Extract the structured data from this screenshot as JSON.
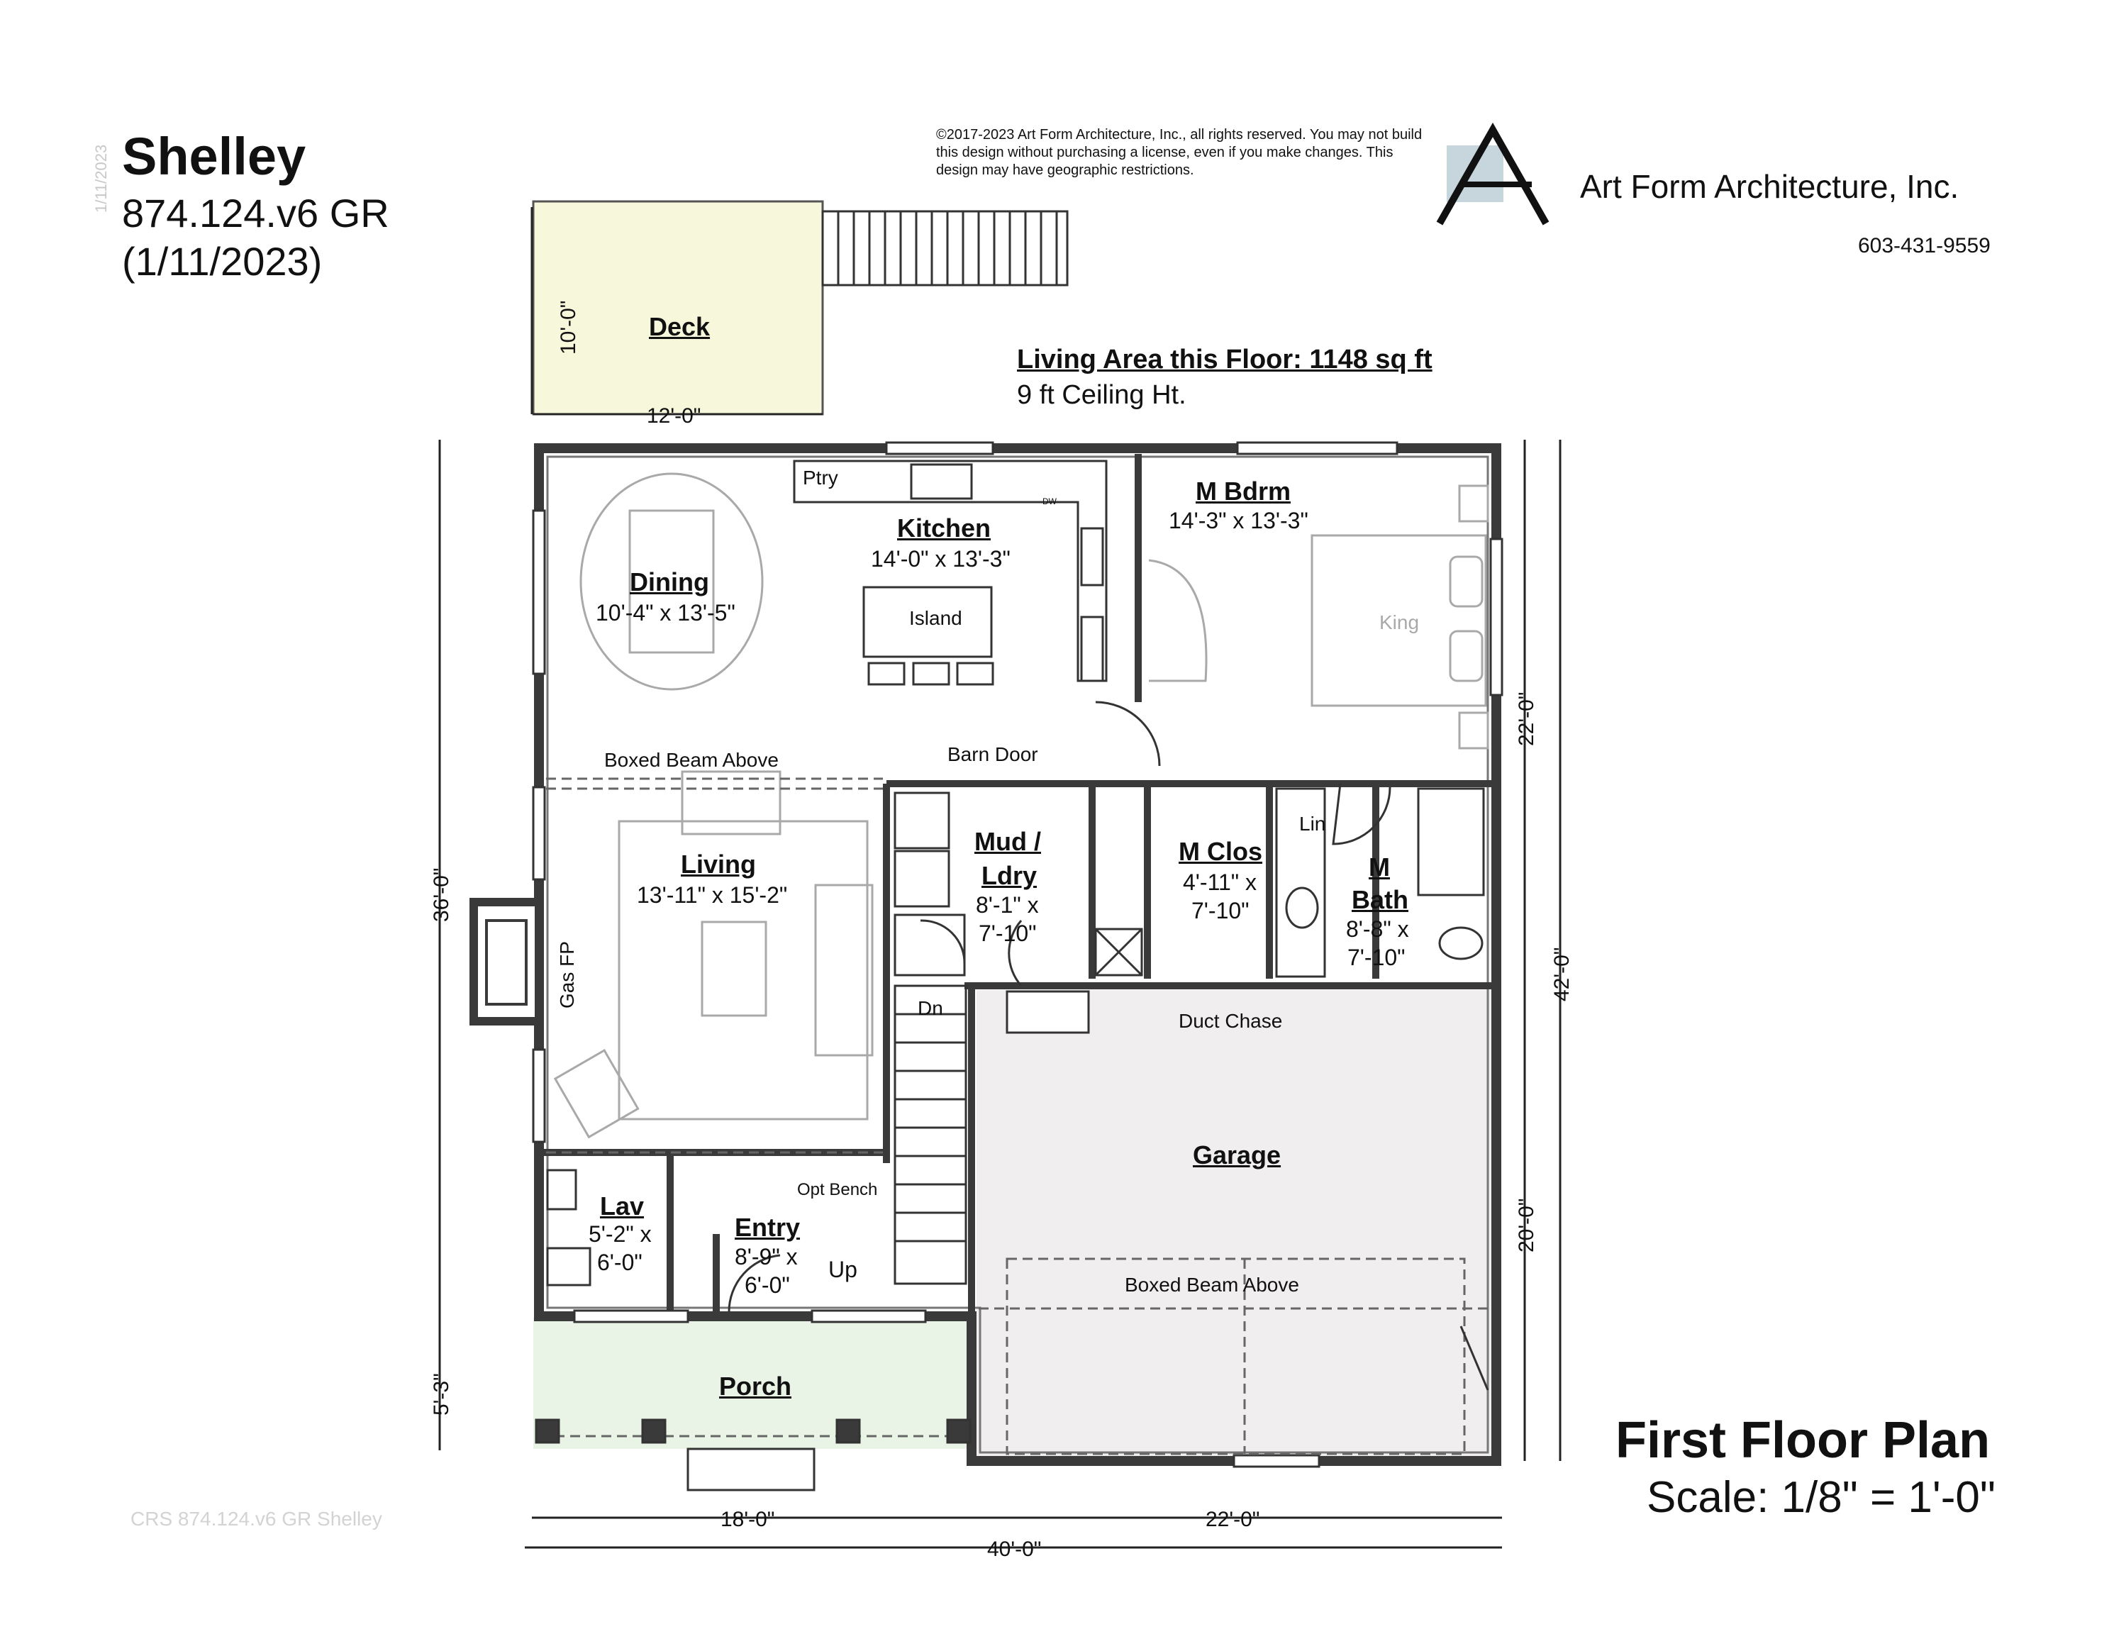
{
  "header": {
    "plan_name": "Shelley",
    "plan_code": "874.124.v6 GR",
    "plan_date": "(1/11/2023)",
    "side_date": "1/11/2023",
    "copyright": "©2017-2023 Art Form Architecture, Inc., all rights reserved. You may not build this design without purchasing a license, even if you make changes. This design may have geographic restrictions.",
    "company": "Art Form Architecture, Inc.",
    "phone": "603-431-9559"
  },
  "summary": {
    "living_area": "Living Area this Floor: 1148 sq ft",
    "ceiling": "9 ft Ceiling Ht."
  },
  "rooms": {
    "deck": {
      "name": "Deck"
    },
    "dining": {
      "name": "Dining",
      "dim": "10'-4\" x 13'-5\""
    },
    "kitchen": {
      "name": "Kitchen",
      "dim": "14'-0\" x 13'-3\""
    },
    "m_bdrm": {
      "name": "M Bdrm",
      "dim": "14'-3\" x 13'-3\""
    },
    "living": {
      "name": "Living",
      "dim": "13'-11\" x 15'-2\""
    },
    "mud": {
      "name1": "Mud /",
      "name2": "Ldry",
      "dim1": "8'-1\" x",
      "dim2": "7'-10\""
    },
    "m_clos": {
      "name": "M Clos",
      "dim1": "4'-11\" x",
      "dim2": "7'-10\""
    },
    "m_bath": {
      "name1": "M",
      "name2": "Bath",
      "dim1": "8'-8\" x",
      "dim2": "7'-10\""
    },
    "garage": {
      "name": "Garage"
    },
    "lav": {
      "name": "Lav",
      "dim1": "5'-2\" x",
      "dim2": "6'-0\""
    },
    "entry": {
      "name": "Entry",
      "dim1": "8'-9\" x",
      "dim2": "6'-0\""
    },
    "porch": {
      "name": "Porch"
    }
  },
  "labels": {
    "ptry": "Ptry",
    "dw": "DW",
    "island": "Island",
    "king": "King",
    "boxed_beam": "Boxed Beam Above",
    "barn_door": "Barn Door",
    "lin": "Lin",
    "gas_fp": "Gas FP",
    "dn": "Dn",
    "up": "Up",
    "duct_chase": "Duct Chase",
    "opt_bench": "Opt Bench",
    "boxed_beam_garage": "Boxed Beam Above"
  },
  "dimensions": {
    "deck_depth": "10'-0\"",
    "deck_width": "12'-0\"",
    "left_36": "36'-0\"",
    "left_5_3": "5'-3\"",
    "right_22": "22'-0\"",
    "right_20": "20'-0\"",
    "right_42": "42'-0\"",
    "bottom_18": "18'-0\"",
    "bottom_22": "22'-0\"",
    "bottom_40": "40'-0\""
  },
  "plan": {
    "title": "First Floor Plan",
    "scale": "Scale: 1/8\" = 1'-0\""
  },
  "footer": "CRS 874.124.v6 GR Shelley",
  "colors": {
    "deck_fill": "#f7f7dc",
    "porch_fill": "#e9f4e6",
    "garage_fill": "#f1eef0",
    "wall": "#3a3a3a",
    "furniture": "#a9a9a9",
    "logo_square": "#c6d6dc"
  }
}
